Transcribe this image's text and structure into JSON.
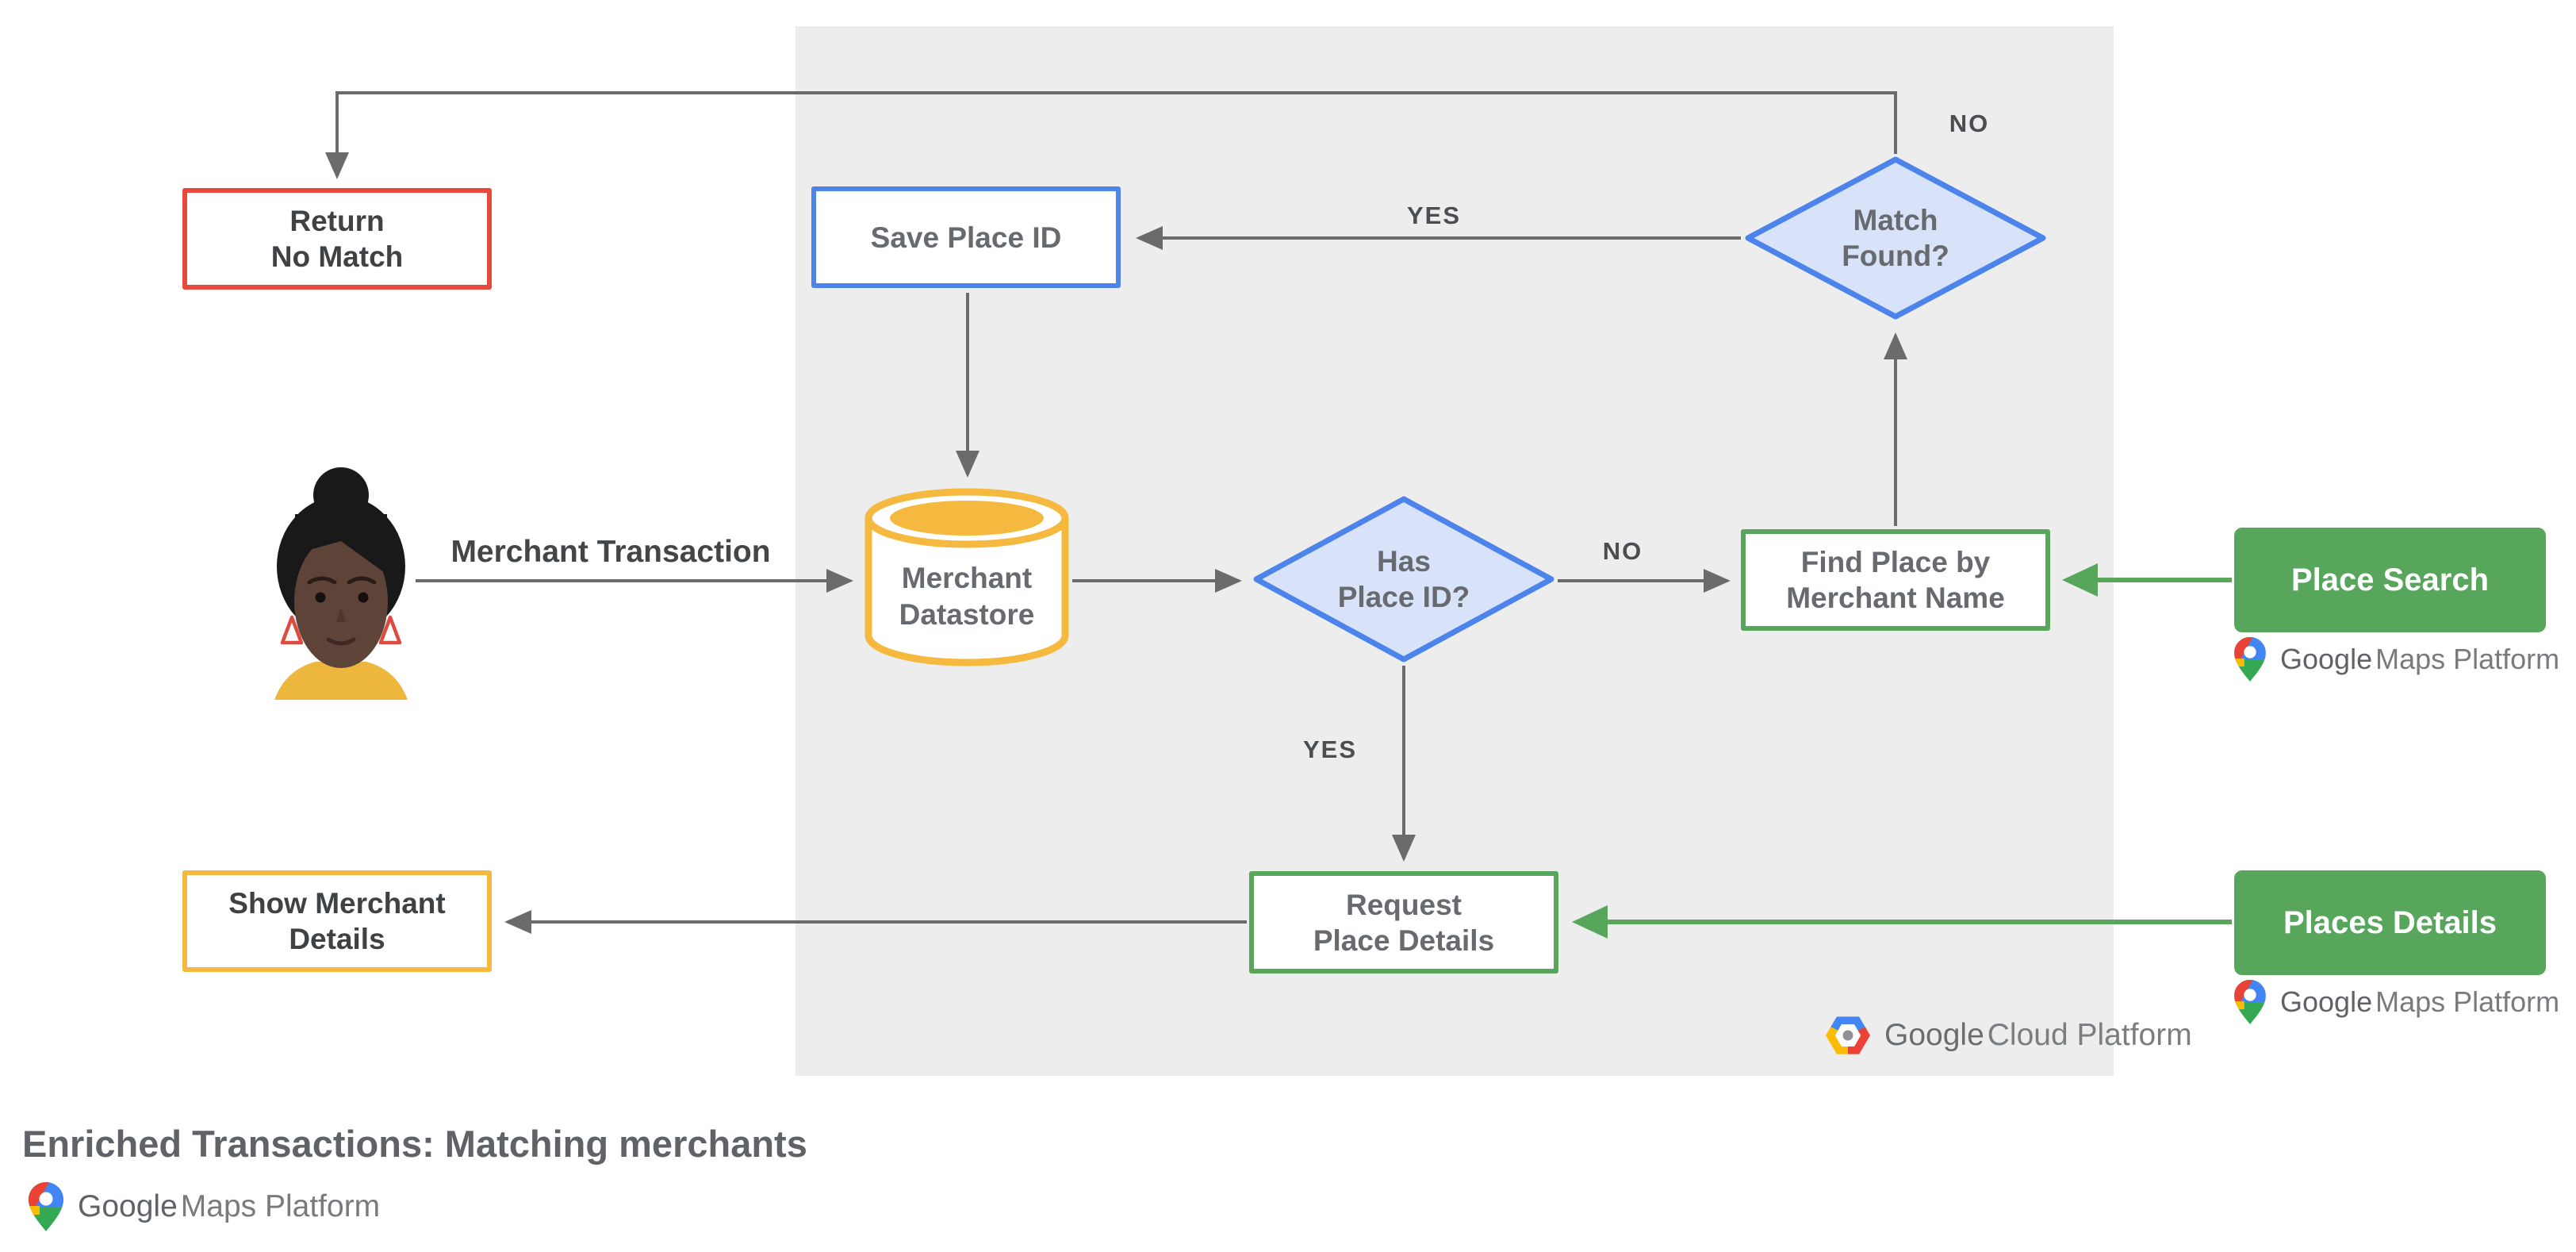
{
  "title": "Enriched Transactions: Matching merchants",
  "colors": {
    "red": "#E8493D",
    "blue": "#4C84EC",
    "blue_fill": "#D8E2F9",
    "yellow": "#F4B93E",
    "green": "#58A55C",
    "line_gray": "#6B6B6B",
    "panel_gray": "#EDEDED"
  },
  "nodes": {
    "return_no_match": {
      "line1": "Return",
      "line2": "No Match"
    },
    "save_place_id": {
      "label": "Save Place ID"
    },
    "match_found": {
      "line1": "Match",
      "line2": "Found?"
    },
    "merchant_datastore": {
      "line1": "Merchant",
      "line2": "Datastore"
    },
    "has_place_id": {
      "line1": "Has",
      "line2": "Place ID?"
    },
    "find_place_by_merchant_name": {
      "line1": "Find Place by",
      "line2": "Merchant Name"
    },
    "request_place_details": {
      "line1": "Request",
      "line2": "Place Details"
    },
    "show_merchant_details": {
      "line1": "Show Merchant",
      "line2": "Details"
    },
    "place_search": {
      "label": "Place Search"
    },
    "places_details": {
      "label": "Places Details"
    }
  },
  "edge_labels": {
    "merchant_transaction": "Merchant Transaction",
    "yes_to_save": "YES",
    "no_to_return": "NO",
    "no_to_find": "NO",
    "yes_to_request": "YES"
  },
  "branding": {
    "google_maps_platform": {
      "google": "Google",
      "rest": "Maps Platform"
    },
    "google_cloud_platform": {
      "google": "Google",
      "rest": "Cloud Platform"
    }
  }
}
